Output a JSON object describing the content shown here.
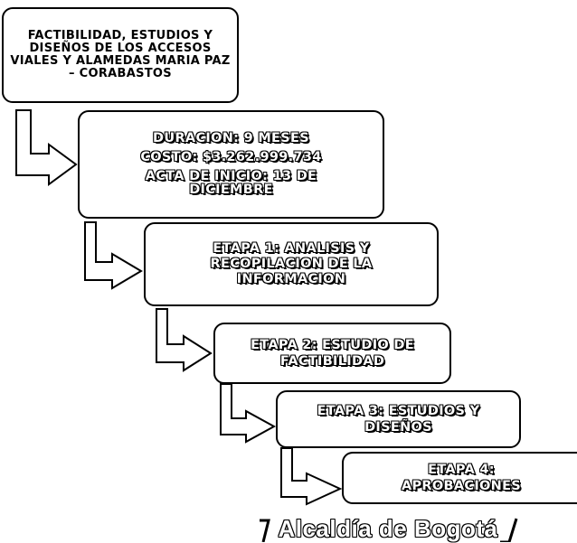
{
  "boxes": {
    "project": "FACTIBILIDAD, ESTUDIOS Y DISEÑOS DE LOS ACCESOS VIALES Y ALAMEDAS MARIA PAZ – CORABASTOS",
    "summary": {
      "duration": "DURACION: 9 MESES",
      "cost": "COSTO: $3.262.999.734",
      "start": "ACTA DE INICIO: 13 DE DICIEMBRE"
    },
    "stage1": "ETAPA 1: ANALISIS Y RECOPILACION DE LA INFORMACION",
    "stage2": "ETAPA 2: ESTUDIO DE FACTIBILIDAD",
    "stage3": "ETAPA 3: ESTUDIOS Y DISEÑOS",
    "stage4": "ETAPA 4: APROBACIONES"
  },
  "footer": {
    "logo_text": "Alcaldía de Bogotá"
  }
}
